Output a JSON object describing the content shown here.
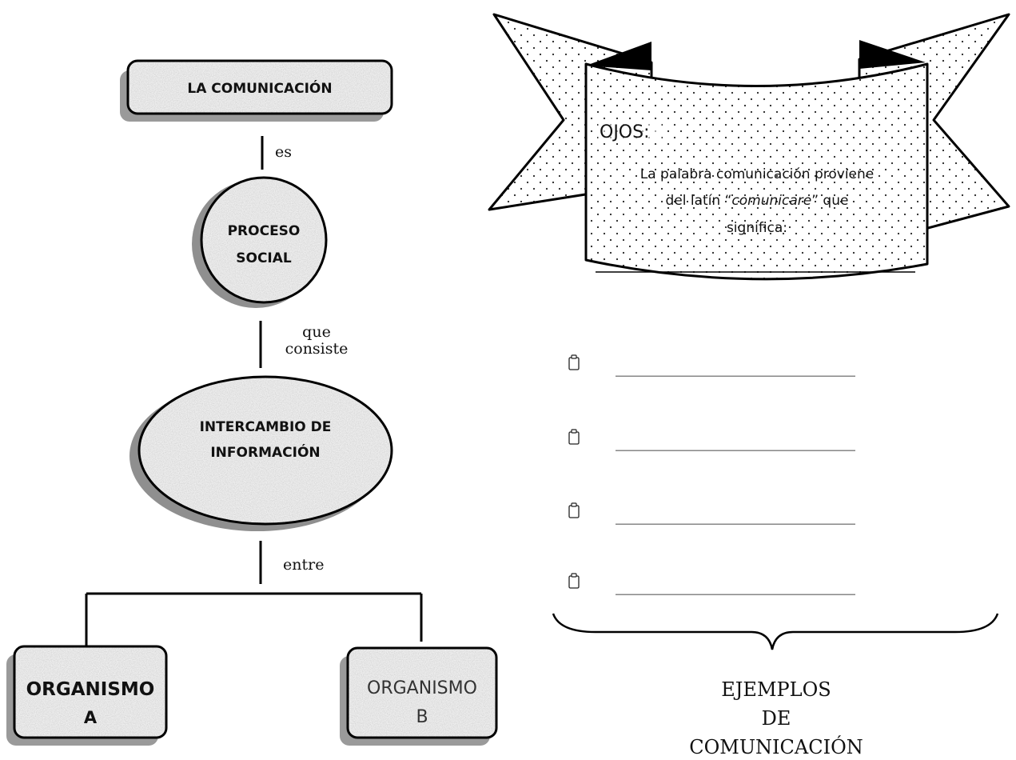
{
  "nodes": {
    "comunicacion": "LA COMUNICACIÓN",
    "proceso_line1": "PROCESO",
    "proceso_line2": "SOCIAL",
    "intercambio_line1": "INTERCAMBIO DE",
    "intercambio_line2": "INFORMACIÓN",
    "organismo_a_line1": "ORGANISMO",
    "organismo_a_line2": "A",
    "organismo_b_line1": "ORGANISMO",
    "organismo_b_line2": "B"
  },
  "edges": {
    "es": "es",
    "que": "que",
    "consiste": "consiste",
    "entre": "entre"
  },
  "banner": {
    "title": "OJOS:",
    "line1": "La palabra comunicación proviene",
    "line2_pre": "del latín “",
    "line2_italic": "comunicare",
    "line2_post": "” que",
    "line3": "significa:"
  },
  "examples": {
    "blank": "______________________________",
    "items": [
      "",
      "",
      "",
      ""
    ],
    "footer_line1": "EJEMPLOS",
    "footer_line2": "DE",
    "footer_line3": "COMUNICACIÓN"
  }
}
